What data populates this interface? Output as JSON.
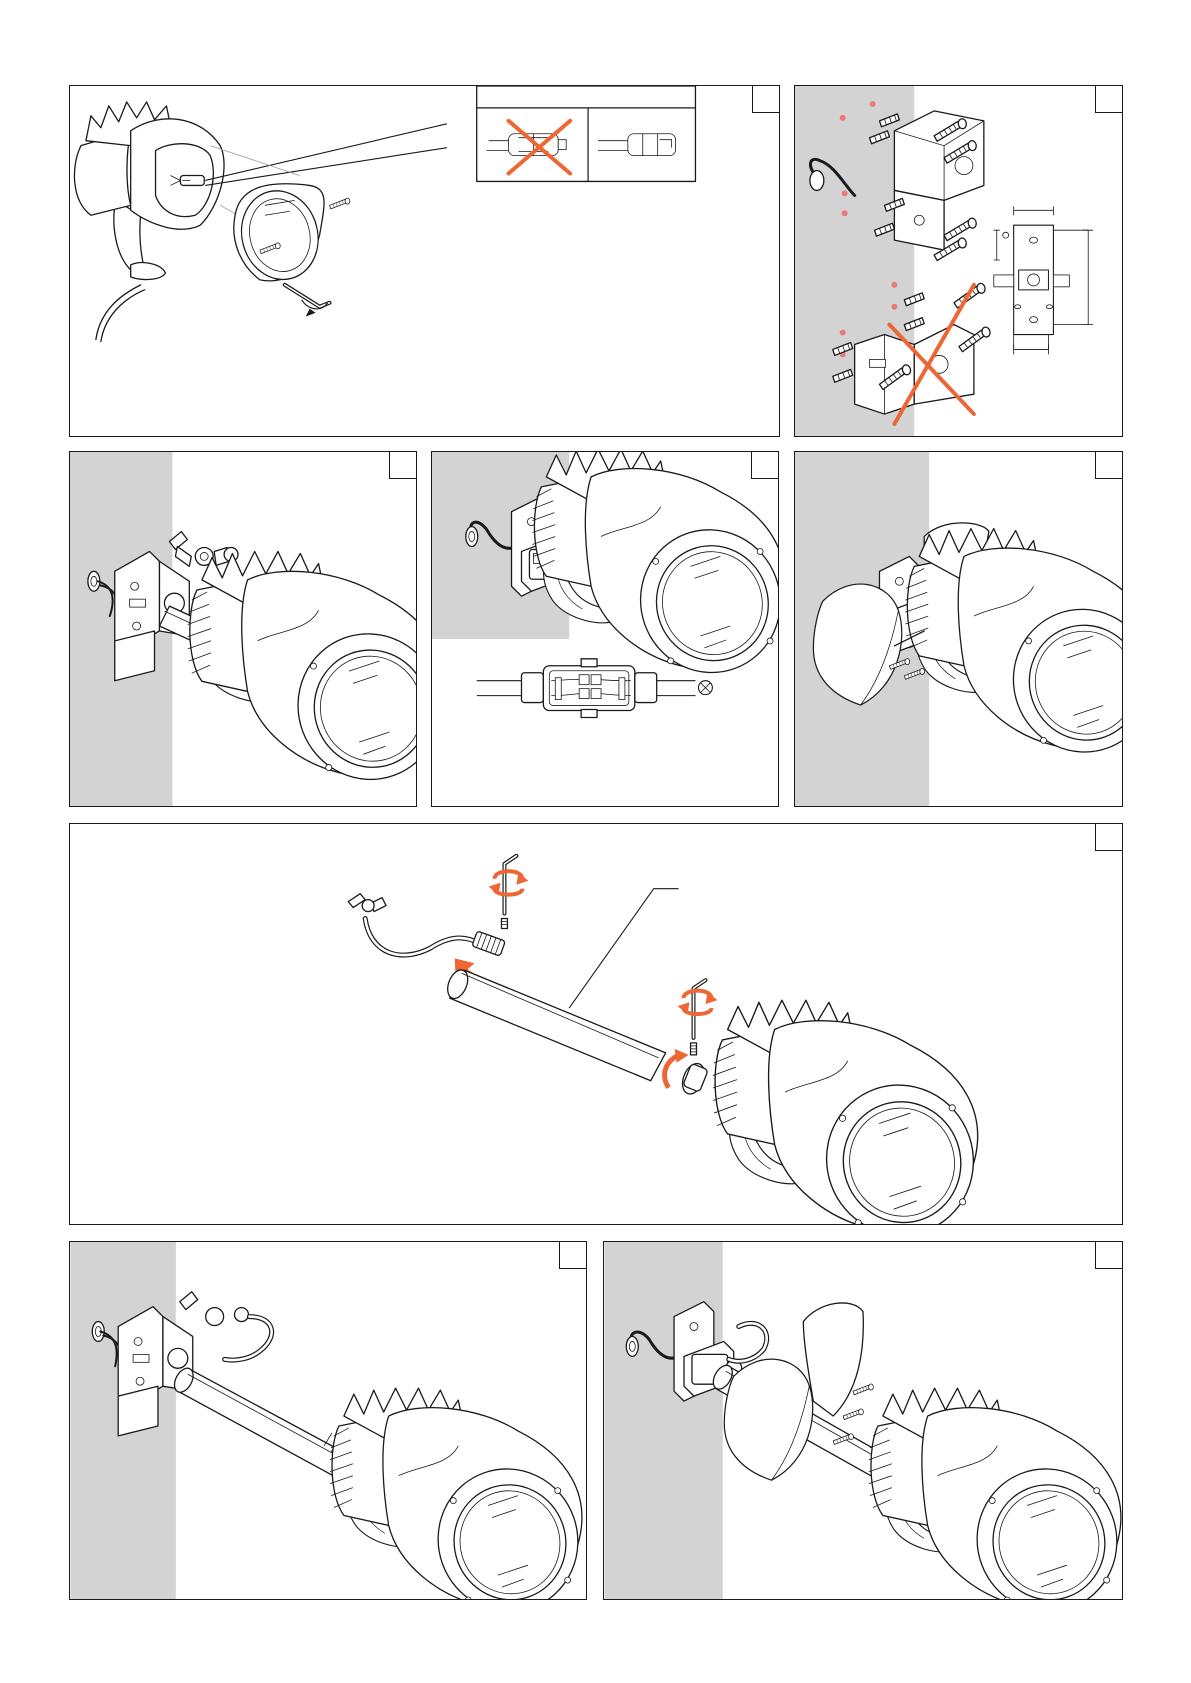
{
  "document": {
    "panels": [
      {
        "id": "lamp-replacement",
        "step": ""
      },
      {
        "id": "bracket-mounting",
        "step": ""
      },
      {
        "id": "wall-bracket-mount",
        "step": ""
      },
      {
        "id": "junction-box-wiring",
        "step": ""
      },
      {
        "id": "shield-attach",
        "step": ""
      },
      {
        "id": "extension-tube",
        "step": ""
      },
      {
        "id": "extended-wall-mount",
        "step": ""
      },
      {
        "id": "extended-shield-attach",
        "step": ""
      }
    ]
  },
  "colors": {
    "accent": "#ee6633",
    "wall": "#d3d3d3",
    "line": "#1a1a1a"
  },
  "icons": {
    "cross": "x-mark-icon",
    "rotation": "rotate-arrow-icon",
    "direction": "push-arrow-icon",
    "hex_key": "allen-key-icon",
    "lamp_symbol": "lamp-symbol-icon"
  }
}
